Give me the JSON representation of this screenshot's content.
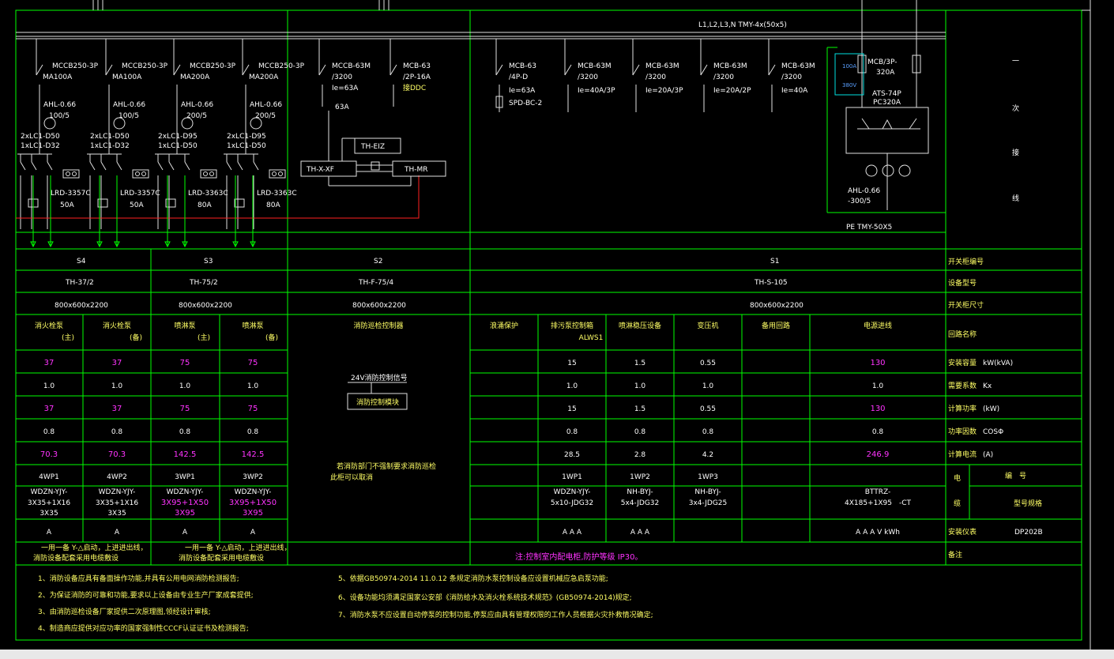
{
  "busbar": {
    "label": "L1,L2,L3,N  TMY-4x(50x5)"
  },
  "pe_bar": {
    "label": "PE  TMY-50X5"
  },
  "ats": {
    "mcb": "MCB/3P-",
    "mcb_rating": "320A",
    "model": "ATS-74P",
    "rating": "PC320A",
    "meter": "AHL-0.66",
    "ct": "-300/5",
    "blue_1": "100A",
    "blue_2": "380V"
  },
  "title_side": [
    "一",
    "次",
    "接",
    "线"
  ],
  "control_boxes": {
    "fire_link": "TH-EIZ",
    "xf": "TH-X-XF",
    "mr": "TH-MR"
  },
  "feeders": [
    {
      "mccb": "MCCB250-3P",
      "trip": "MA100A",
      "meter": "AHL-0.66",
      "ct": "100/5",
      "cont1": "2xLC1-D50",
      "cont2": "1xLC1-D32",
      "relay": "LRD-3357C",
      "relay_a": "50A"
    },
    {
      "mccb": "MCCB250-3P",
      "trip": "MA100A",
      "meter": "AHL-0.66",
      "ct": "100/5",
      "cont1": "2xLC1-D50",
      "cont2": "1xLC1-D32",
      "relay": "LRD-3357C",
      "relay_a": "50A"
    },
    {
      "mccb": "MCCB250-3P",
      "trip": "MA200A",
      "meter": "AHL-0.66",
      "ct": "200/5",
      "cont1": "2xLC1-D95",
      "cont2": "1xLC1-D50",
      "relay": "LRD-3363C",
      "relay_a": "80A"
    },
    {
      "mccb": "MCCB250-3P",
      "trip": "MA200A",
      "meter": "AHL-0.66",
      "ct": "200/5",
      "cont1": "2xLC1-D95",
      "cont2": "1xLC1-D50",
      "relay": "LRD-3363C",
      "relay_a": "80A"
    }
  ],
  "s2_breakers": [
    {
      "l1": "MCCB-63M",
      "l2": "/3200",
      "l3": "Ie=63A",
      "l4": "63A"
    },
    {
      "l1": "MCB-63",
      "l2": "/2P-16A",
      "l3": "接DDC",
      "l4": ""
    }
  ],
  "s1_breakers": [
    {
      "l1": "MCB-63",
      "l2": "/4P-D",
      "l3": "Ie=63A",
      "l4": "SPD-BC-2"
    },
    {
      "l1": "MCB-63M",
      "l2": "/3200",
      "l3": "Ie=40A/3P",
      "l4": ""
    },
    {
      "l1": "MCB-63M",
      "l2": "/3200",
      "l3": "Ie=20A/3P",
      "l4": ""
    },
    {
      "l1": "MCB-63M",
      "l2": "/3200",
      "l3": "Ie=20A/2P",
      "l4": ""
    },
    {
      "l1": "MCB-63M",
      "l2": "/3200",
      "l3": "Ie=40A",
      "l4": ""
    }
  ],
  "panels": [
    {
      "no": "S4",
      "model": "TH-37/2",
      "size": "800x600x2200"
    },
    {
      "no": "S3",
      "model": "TH-75/2",
      "size": "800x600x2200"
    },
    {
      "no": "S2",
      "model": "TH-F-75/4",
      "size": "800x600x2200"
    },
    {
      "no": "S1",
      "model": "TH-S-105",
      "size": "800x600x2200"
    }
  ],
  "row_labels": {
    "panel_no": "开关柜编号",
    "panel_model": "设备型号",
    "panel_size": "开关柜尺寸",
    "circuit": "回路名称",
    "install_cap": "安装容量",
    "install_unit": "kW(kVA)",
    "demand": "需要系数",
    "demand_unit": "Kx",
    "calc_power": "计算功率",
    "calc_power_unit": "(kW)",
    "pf": "功率因数",
    "pf_unit": "COSΦ",
    "calc_current": "计算电流",
    "calc_current_unit": "(A)",
    "cable_v": "电",
    "cable_v2": "缆",
    "cable_no": "编　号",
    "cable_spec": "型号规格",
    "meter": "安装仪表",
    "meter_val": "DP202B",
    "remark": "备注"
  },
  "columns": [
    {
      "name": "消火栓泵",
      "sub": "(主)",
      "cap": "37",
      "kx": "1.0",
      "pc": "37",
      "pf": "0.8",
      "ic": "70.3",
      "no": "4WP1",
      "c1": "WDZN-YJY-",
      "c2": "3X35+1X16",
      "c3": "3X35",
      "m": "A"
    },
    {
      "name": "消火栓泵",
      "sub": "(备)",
      "cap": "37",
      "kx": "1.0",
      "pc": "37",
      "pf": "0.8",
      "ic": "70.3",
      "no": "4WP2",
      "c1": "WDZN-YJY-",
      "c2": "3X35+1X16",
      "c3": "3X35",
      "m": "A"
    },
    {
      "name": "喷淋泵",
      "sub": "(主)",
      "cap": "75",
      "kx": "1.0",
      "pc": "75",
      "pf": "0.8",
      "ic": "142.5",
      "no": "3WP1",
      "c1": "WDZN-YJY-",
      "c2": "3X95+1X50",
      "c3": "3X95",
      "m": "A"
    },
    {
      "name": "喷淋泵",
      "sub": "(备)",
      "cap": "75",
      "kx": "1.0",
      "pc": "75",
      "pf": "0.8",
      "ic": "142.5",
      "no": "3WP2",
      "c1": "WDZN-YJY-",
      "c2": "3X95+1X50",
      "c3": "3X95",
      "m": "A"
    },
    {
      "name": "消防巡检控制器",
      "sub": ""
    },
    {
      "name": "浪涌保护",
      "sub": ""
    },
    {
      "name": "排污泵控制箱",
      "sub": "ALWS1",
      "cap": "15",
      "kx": "1.0",
      "pc": "15",
      "pf": "0.8",
      "ic": "28.5",
      "no": "1WP1",
      "c1": "WDZN-YJY-",
      "c2": "5x10-JDG32",
      "c3": "",
      "m": "A A A"
    },
    {
      "name": "喷淋稳压设备",
      "sub": "",
      "cap": "1.5",
      "kx": "1.0",
      "pc": "1.5",
      "pf": "0.8",
      "ic": "2.8",
      "no": "1WP2",
      "c1": "NH-BYJ-",
      "c2": "5x4-JDG32",
      "c3": "",
      "m": "A A A"
    },
    {
      "name": "变压机",
      "sub": "",
      "cap": "0.55",
      "kx": "1.0",
      "pc": "0.55",
      "pf": "0.8",
      "ic": "4.2",
      "no": "1WP3",
      "c1": "NH-BYJ-",
      "c2": "3x4-JDG25",
      "c3": "",
      "m": ""
    },
    {
      "name": "备用回路",
      "sub": ""
    },
    {
      "name": "电源进线",
      "sub": "",
      "cap": "130",
      "kx": "1.0",
      "pc": "130",
      "pf": "0.8",
      "ic": "246.9",
      "no": "",
      "c1": "BTTRZ-",
      "c2": "4X185+1X95　-CT",
      "c3": "",
      "m": "A A A V kWh"
    }
  ],
  "s2_notes": {
    "signal": "24V消防控制信号",
    "module": "消防控制模块",
    "text1": "若消防部门不强制要求消防巡检",
    "text2": "此柜可以取消"
  },
  "remarks": {
    "left": "一用一备 Y-△启动，上进进出线，",
    "left2": "消防设备配套采用电缆敷设",
    "mid": "一用一备 Y-△启动，上进进出线，",
    "mid2": "消防设备配套采用电缆敷设",
    "s1_note": "注:控制室内配电柜,防护等级 IP30。"
  },
  "notes": [
    "1、消防设备应具有备面操作功能,并具有公用电网消防检测报告;",
    "2、为保证消防的可靠和功能,要求以上设备由专业生产厂家成套提供;",
    "3、由消防巡检设备厂家提供二次原理图,领经设计审核;",
    "4、制造商应提供对应功率的国家强制性CCCF认证证书及检测报告;",
    "5、依据GB50974-2014 11.0.12 条规定消防水泵控制设备应设置机械应急启泵功能;",
    "6、设备功能均须满足国家公安部《消防给水及消火栓系统技术规范》(GB50974-2014)规定;",
    "7、消防水泵不应设置自动停泵的控制功能,停泵应由具有管理权限的工作人员根据火灾扑救情况确定;"
  ]
}
